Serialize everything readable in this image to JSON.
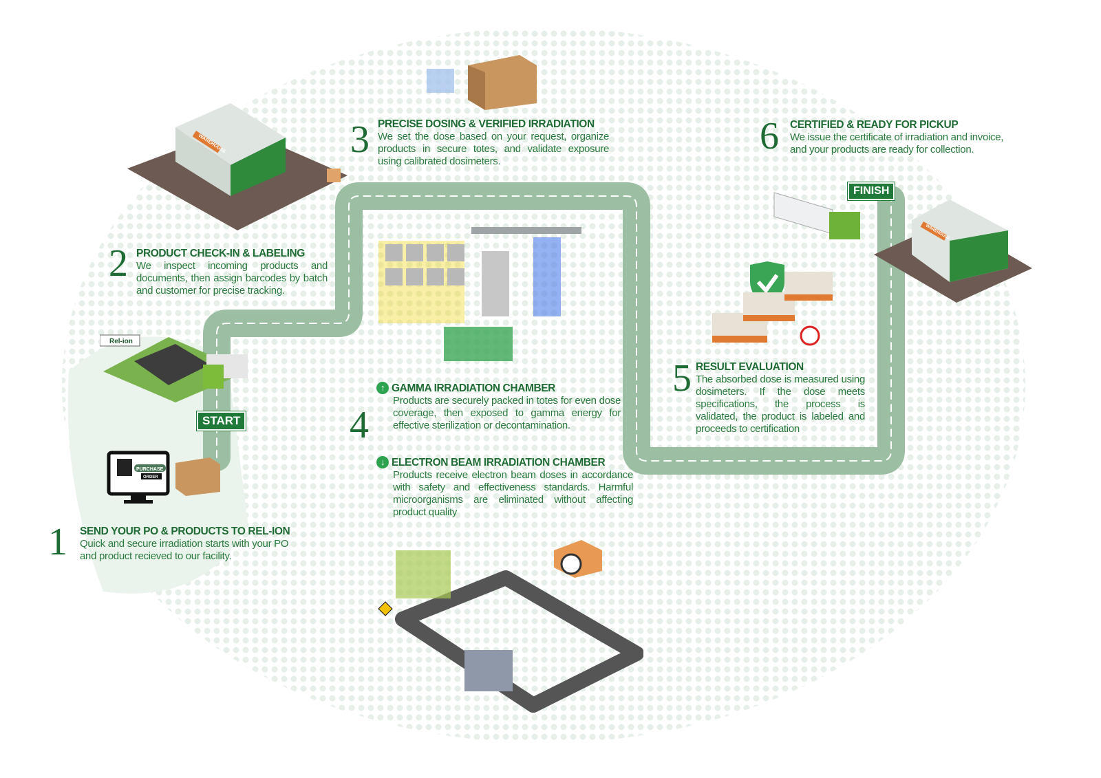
{
  "colors": {
    "primary": "#1e6b34",
    "road": "#9cbfa4",
    "accent": "#2ea34f",
    "dots": "#e4efe6"
  },
  "signs": {
    "start": "START",
    "finish": "FINISH",
    "brand": "Rel-ion",
    "warehouse": "WAREHOUSE",
    "purchase": "PURCHASE",
    "order": "ORDER"
  },
  "steps": [
    {
      "number": "1",
      "title": "SEND YOUR PO & PRODUCTS TO REL-ION",
      "description": "Quick and secure irradiation starts with your PO and product recieved to our facility."
    },
    {
      "number": "2",
      "title": "PRODUCT CHECK-IN & LABELING",
      "description": "We inspect incoming products and documents, then assign barcodes by batch and customer for precise tracking."
    },
    {
      "number": "3",
      "title": "PRECISE DOSING & VERIFIED IRRADIATION",
      "description": "We set the dose based on your request, organize products in secure totes, and validate exposure using calibrated dosimeters."
    },
    {
      "number": "4",
      "sub": [
        {
          "icon": "arrow-up-circle-icon",
          "title": "GAMMA IRRADIATION CHAMBER",
          "description": "Products are securely packed in totes for even dose coverage, then exposed to gamma energy for effective sterilization or decontamination."
        },
        {
          "icon": "arrow-down-circle-icon",
          "title": "ELECTRON BEAM IRRADIATION  CHAMBER",
          "description": "Products receive electron beam doses in accordance with safety and effectiveness standards. Harmful microorganisms are eliminated without affecting product quality"
        }
      ]
    },
    {
      "number": "5",
      "title": "RESULT EVALUATION",
      "description": "The absorbed dose is measured using dosimeters. If the dose meets specifications, the process is validated, the product is labeled and proceeds to certification"
    },
    {
      "number": "6",
      "title": "CERTIFIED & READY FOR PICKUP",
      "description": "We issue the certificate of irradiation and invoice, and your products are ready for collection."
    }
  ]
}
